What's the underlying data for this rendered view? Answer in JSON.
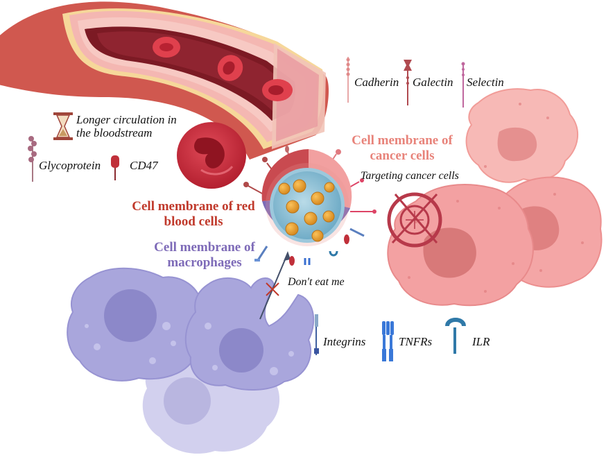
{
  "legend": {
    "longer_circulation": "Longer circulation in the bloodstream",
    "glycoprotein": "Glycoprotein",
    "cd47": "CD47",
    "cadherin": "Cadherin",
    "galectin": "Galectin",
    "selectin": "Selectin",
    "integrins": "Integrins",
    "tnfrs": "TNFRs",
    "ilr": "ILR"
  },
  "titles": {
    "rbc_membrane": "Cell membrane of red blood cells",
    "cancer_membrane": "Cell membrane of cancer cells",
    "macrophage_membrane": "Cell membrane of macrophages"
  },
  "annotations": {
    "targeting": "Targeting cancer cells",
    "dont_eat_me": "Don't eat me"
  },
  "colors": {
    "rbc_title": "#c0392b",
    "cancer_title": "#e8837a",
    "macrophage_title": "#7e6bb8",
    "rbc": "#c9283a",
    "cancer_cell": "#f4a5a5",
    "macrophage": "#a9a6dc"
  },
  "icons": [
    "hourglass-icon",
    "glycoprotein-icon",
    "cd47-icon",
    "cadherin-icon",
    "galectin-icon",
    "selectin-icon",
    "integrin-icon",
    "tnfr-icon",
    "ilr-icon",
    "target-crosshair-icon"
  ]
}
